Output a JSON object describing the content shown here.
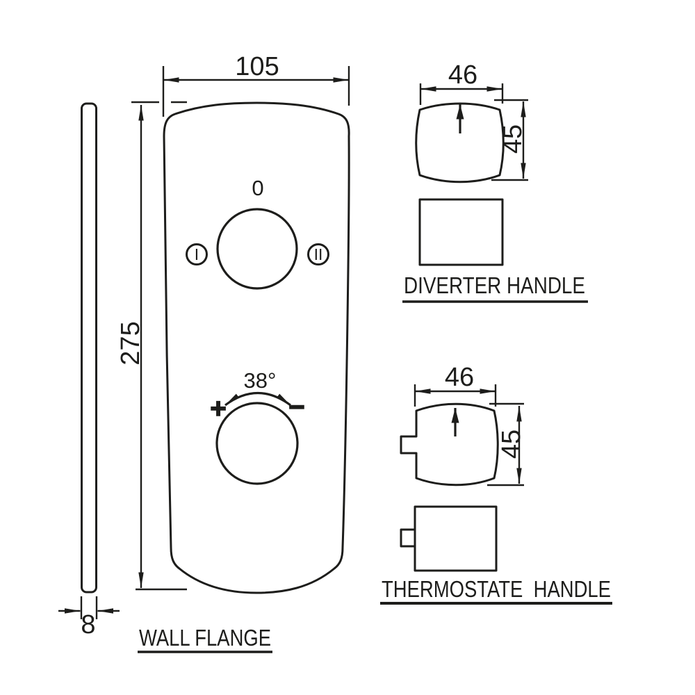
{
  "colors": {
    "ink": "#1d1d1b",
    "background": "#ffffff"
  },
  "side_profile": {
    "thickness": "8"
  },
  "wall_flange": {
    "title": "WALL FLANGE",
    "width": "105",
    "height": "275",
    "diverter_knob": {
      "off": "0",
      "position_one": "I",
      "position_two": "II"
    },
    "thermostat_knob": {
      "angle": "38°",
      "hotter": "+",
      "colder": "−"
    }
  },
  "diverter_handle": {
    "title": "DIVERTER HANDLE",
    "width": "46",
    "height": "45"
  },
  "thermostat_handle": {
    "title": "THERMOSTATE  HANDLE",
    "width": "46",
    "height": "45"
  }
}
